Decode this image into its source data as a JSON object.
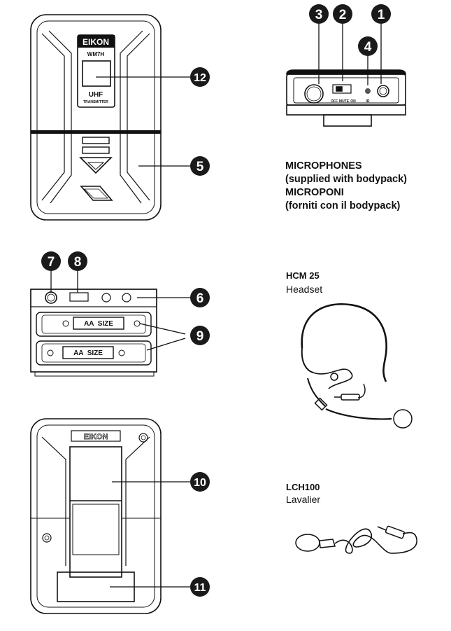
{
  "brand": {
    "front_logo": "EIKON",
    "model": "WM7H",
    "band": "UHF",
    "device_type": "TRANSMITTER",
    "back_logo": "EIKON"
  },
  "top_panel": {
    "switch_labels": [
      "OFF",
      "MUTE",
      "ON"
    ],
    "ir_label": "IR"
  },
  "battery": {
    "label_1": "AA  SIZE",
    "label_2": "AA  SIZE"
  },
  "callouts": [
    "1",
    "2",
    "3",
    "4",
    "5",
    "6",
    "7",
    "8",
    "9",
    "10",
    "11",
    "12"
  ],
  "microphones": {
    "title_en": "MICROPHONES",
    "subtitle_en": "(supplied with bodypack)",
    "title_it": "MICROPONI",
    "subtitle_it": "(forniti con il bodypack)"
  },
  "headset": {
    "model": "HCM 25",
    "type": "Headset"
  },
  "lavalier": {
    "model": "LCH100",
    "type": "Lavalier"
  },
  "colors": {
    "ink": "#111111",
    "callout_fill": "#1a1a1a",
    "callout_text": "#ffffff"
  }
}
